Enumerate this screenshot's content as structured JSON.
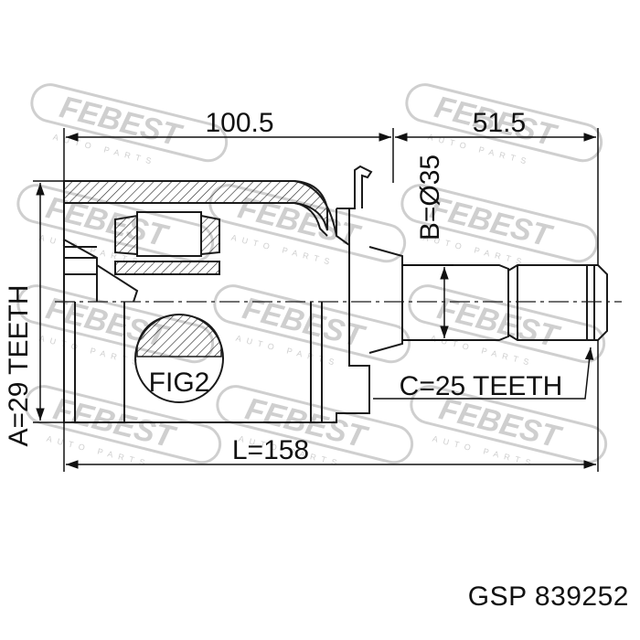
{
  "watermark": {
    "brand": "FEBEST",
    "tagline": "AUTO PARTS"
  },
  "dimensions": {
    "top_left": "100.5",
    "top_right": "51.5",
    "vertical_b": "B=Ø35",
    "vertical_a": "A=29 TEETH",
    "bottom_c": "C=25 TEETH",
    "bottom_l": "L=158"
  },
  "detail_label": "FIG2",
  "caption": "GSP 839252",
  "colors": {
    "line": "#1a1a1a",
    "watermark": "#c8c8c8"
  }
}
